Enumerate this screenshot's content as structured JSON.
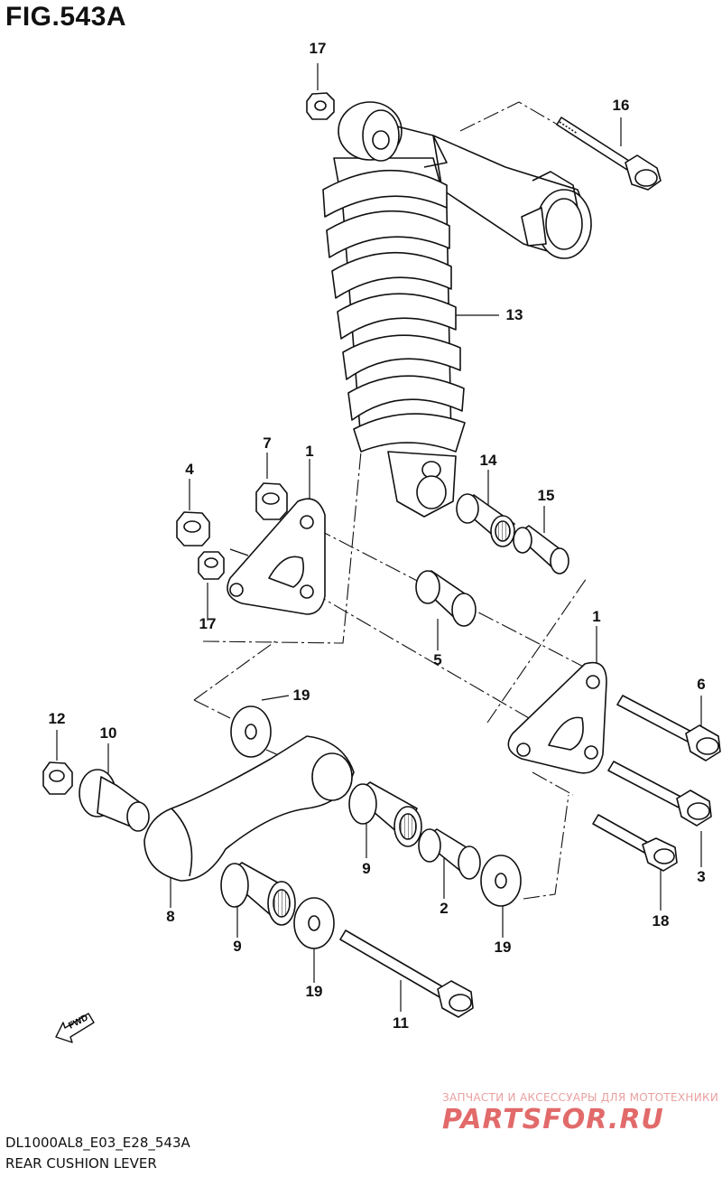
{
  "figure": {
    "title": "FIG.543A",
    "code": "DL1000AL8_E03_E28_543A",
    "name": "REAR CUSHION LEVER"
  },
  "watermark": {
    "tagline": "ЗАПЧАСТИ И АКСЕССУАРЫ ДЛЯ МОТОТЕХНИКИ",
    "brand": "PARTSFOR.RU"
  },
  "fwd_label": "FWD",
  "callouts": [
    {
      "id": "c17a",
      "label": "17"
    },
    {
      "id": "c16",
      "label": "16"
    },
    {
      "id": "c13",
      "label": "13"
    },
    {
      "id": "c7",
      "label": "7"
    },
    {
      "id": "c1a",
      "label": "1"
    },
    {
      "id": "c4",
      "label": "4"
    },
    {
      "id": "c14",
      "label": "14"
    },
    {
      "id": "c15",
      "label": "15"
    },
    {
      "id": "c17b",
      "label": "17"
    },
    {
      "id": "c5",
      "label": "5"
    },
    {
      "id": "c1b",
      "label": "1"
    },
    {
      "id": "c6",
      "label": "6"
    },
    {
      "id": "c19a",
      "label": "19"
    },
    {
      "id": "c12",
      "label": "12"
    },
    {
      "id": "c10",
      "label": "10"
    },
    {
      "id": "c9a",
      "label": "9"
    },
    {
      "id": "c3",
      "label": "3"
    },
    {
      "id": "c8",
      "label": "8"
    },
    {
      "id": "c2",
      "label": "2"
    },
    {
      "id": "c18",
      "label": "18"
    },
    {
      "id": "c9b",
      "label": "9"
    },
    {
      "id": "c19b",
      "label": "19"
    },
    {
      "id": "c19c",
      "label": "19"
    },
    {
      "id": "c11",
      "label": "11"
    }
  ]
}
